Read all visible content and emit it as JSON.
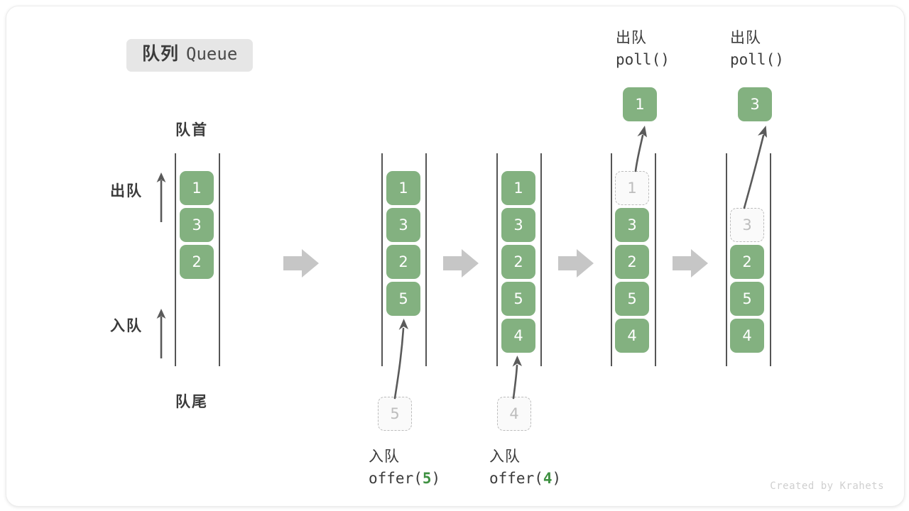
{
  "title": {
    "cn": "队列",
    "en": "Queue"
  },
  "labels": {
    "head": "队首",
    "tail": "队尾",
    "dequeue_side": "出队",
    "enqueue_side": "入队"
  },
  "colors": {
    "element_fill": "#83b180",
    "element_text": "#ffffff",
    "ghost_border": "#bcbcbc",
    "ghost_text": "#bdbdbd",
    "rail": "#555555",
    "arrow": "#5a5a5a",
    "step_arrow": "#c6c6c6",
    "badge_bg": "#e6e6e6",
    "code_arg": "#3f9142",
    "text": "#3b3b3b"
  },
  "steps": [
    {
      "id": "initial",
      "items": [
        "1",
        "3",
        "2"
      ],
      "ghost": null,
      "caption": null
    },
    {
      "id": "offer-5",
      "items": [
        "1",
        "3",
        "2",
        "5"
      ],
      "ghost": {
        "value": "5",
        "position": "below"
      },
      "caption": {
        "cn": "入队",
        "fn": "offer(",
        "arg": "5",
        "fn_close": ")"
      }
    },
    {
      "id": "offer-4",
      "items": [
        "1",
        "3",
        "2",
        "5",
        "4"
      ],
      "ghost": {
        "value": "4",
        "position": "below"
      },
      "caption": {
        "cn": "入队",
        "fn": "offer(",
        "arg": "4",
        "fn_close": ")"
      }
    },
    {
      "id": "poll-1",
      "items": [
        "3",
        "2",
        "5",
        "4"
      ],
      "ghost": {
        "value": "1",
        "position": "slot0"
      },
      "popped": "1",
      "caption": {
        "cn": "出队",
        "fn": "poll(",
        "arg": "",
        "fn_close": ")"
      }
    },
    {
      "id": "poll-3",
      "items": [
        "2",
        "5",
        "4"
      ],
      "ghost": {
        "value": "3",
        "position": "slot1"
      },
      "popped": "3",
      "caption": {
        "cn": "出队",
        "fn": "poll(",
        "arg": "",
        "fn_close": ")"
      }
    }
  ],
  "watermark": "Created by Krahets",
  "diagram_type": "queue-operations"
}
